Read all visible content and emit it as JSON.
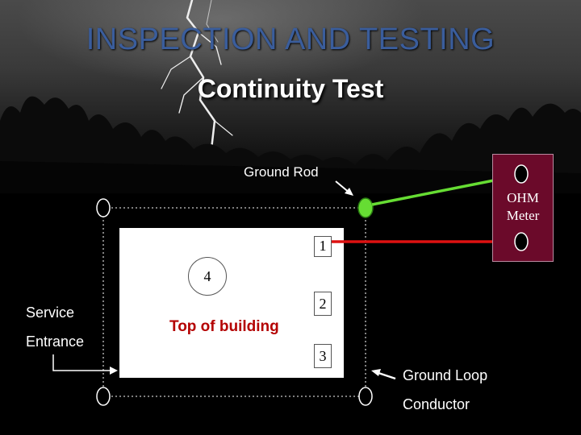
{
  "slide": {
    "title": "INSPECTION AND TESTING",
    "subtitle": "Continuity Test"
  },
  "diagram": {
    "ground_rod_label": "Ground Rod",
    "meter_label_line1": "OHM",
    "meter_label_line2": "Meter",
    "service_label_line1": "Service",
    "service_label_line2": "Entrance",
    "building_label": "Top of building",
    "point_1": "1",
    "point_2": "2",
    "point_3": "3",
    "point_4": "4",
    "ground_loop_line1": "Ground Loop",
    "ground_loop_line2": "Conductor"
  },
  "colors": {
    "title": "#3a5d9c",
    "meter_bg": "#6b0a2a",
    "green_lead": "#66dd33",
    "red_lead": "#dd1111",
    "building_label": "#b40000",
    "ground_rod_active": "#66dd33"
  }
}
